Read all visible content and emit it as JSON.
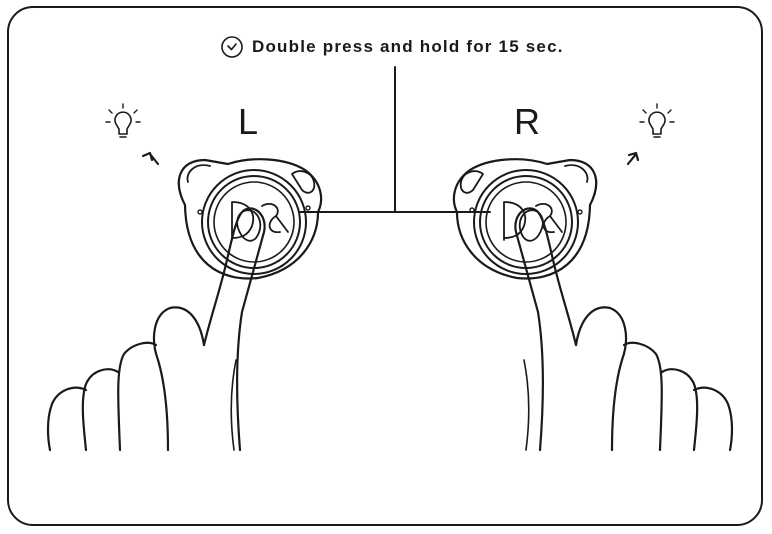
{
  "instruction": {
    "icon": "clock-icon",
    "text": "Double press and hold for 15 sec."
  },
  "labels": {
    "left": "L",
    "right": "R"
  },
  "indicators": {
    "left_icon": "lightbulb-icon",
    "right_icon": "lightbulb-icon"
  },
  "colors": {
    "line": "#1a1a1a",
    "background": "#ffffff"
  }
}
